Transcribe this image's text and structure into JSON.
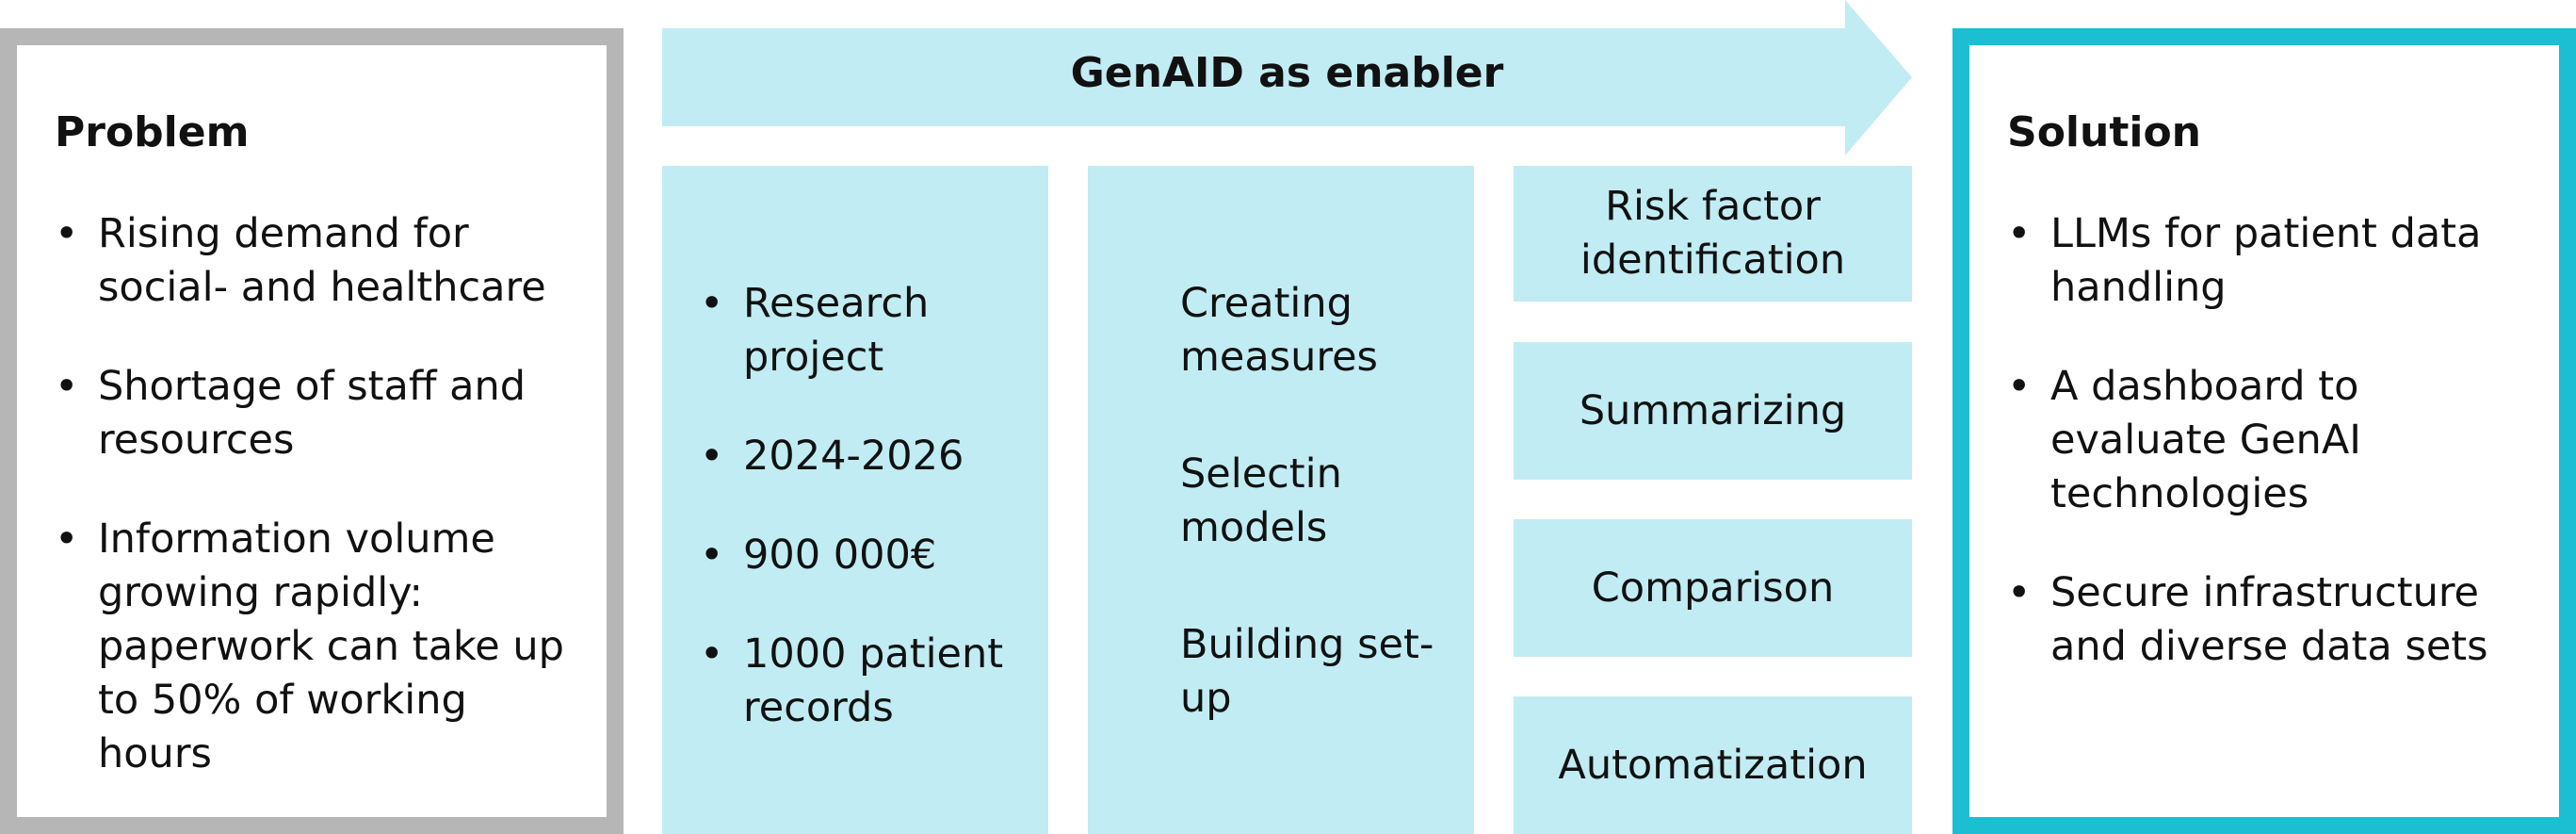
{
  "problem": {
    "title": "Problem",
    "bullets": [
      "Rising demand for social- and healthcare",
      "Shortage of staff and resources",
      "Information volume growing rapidly: paperwork can take up to 50% of working hours"
    ]
  },
  "enabler": {
    "title": "GenAID as enabler",
    "project": [
      "Research project",
      "2024-2026",
      "900 000€",
      "1000 patient records"
    ],
    "steps": [
      "Creating measures",
      "Selectin models",
      "Building set-up"
    ],
    "tasks": [
      "Risk factor identification",
      "Summarizing",
      "Comparison",
      "Automatization"
    ]
  },
  "solution": {
    "title": "Solution",
    "bullets": [
      "LLMs for patient data handling",
      "A dashboard to evaluate GenAI technologies",
      "Secure infrastructure and diverse data sets"
    ]
  },
  "colors": {
    "problem_border": "#b6b6b6",
    "solution_border": "#1cbfd1",
    "panel_fill": "#c1ecf3"
  }
}
